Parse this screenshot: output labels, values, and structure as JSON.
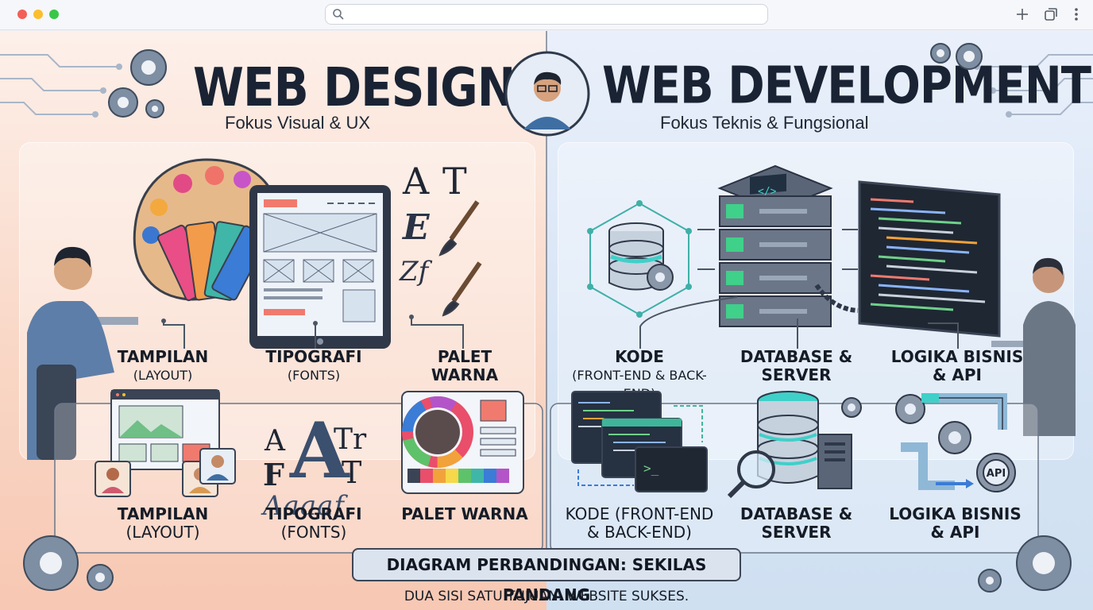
{
  "design": {
    "title": "WEB DESIGN",
    "subtitle": "Fokus Visual & UX",
    "top_labels": [
      {
        "l1": "TAMPILAN",
        "l2": "(LAYOUT)"
      },
      {
        "l1": "TIPOGRAFI",
        "l2": "(FONTS)"
      },
      {
        "l1": "PALET",
        "l2": "WARNA"
      }
    ],
    "bottom_labels": [
      {
        "l1": "TAMPILAN",
        "l2": "(LAYOUT)"
      },
      {
        "l1": "TIPOGRAFI",
        "l2": "(FONTS)"
      },
      {
        "l1": "PALET WARNA",
        "l2": ""
      }
    ],
    "glyphs": {
      "a1": "A",
      "t1": "T",
      "e1": "E",
      "zf": "Zf",
      "fa_a": "A",
      "fa_tr": "Tr",
      "fa_f": "F",
      "fa_big": "A",
      "fa_t": "T",
      "fa_row": "Aaaaf"
    }
  },
  "development": {
    "title": "WEB DEVELOPMENT",
    "subtitle": "Fokus Teknis & Fungsional",
    "top_labels": [
      {
        "l1": "KODE",
        "l2": "(FRONT-END & BACK-END)"
      },
      {
        "l1": "DATABASE &",
        "l2": "SERVER"
      },
      {
        "l1": "LOGIKA BISNIS",
        "l2": "& API"
      }
    ],
    "bottom_labels": [
      {
        "l1": "KODE (FRONT-END",
        "l2": "& BACK-END)"
      },
      {
        "l1": "DATABASE &",
        "l2": "SERVER"
      },
      {
        "l1": "LOGIKA BISNIS",
        "l2": "& API"
      }
    ],
    "api_badge": "API",
    "server_glyph": "</>",
    "terminal_glyph": ">_"
  },
  "footer": {
    "heading": "DIAGRAM PERBANDINGAN: SEKILAS PANDANG",
    "tagline": "DUA SISI SATU TUJUAN: WEBSITE SUKSES."
  },
  "colors": {
    "ink": "#1a2333",
    "design_bg": "#f9d7c6",
    "dev_bg": "#d6e4f5",
    "accent_teal": "#3fd0c9",
    "accent_red": "#f07a6e"
  }
}
